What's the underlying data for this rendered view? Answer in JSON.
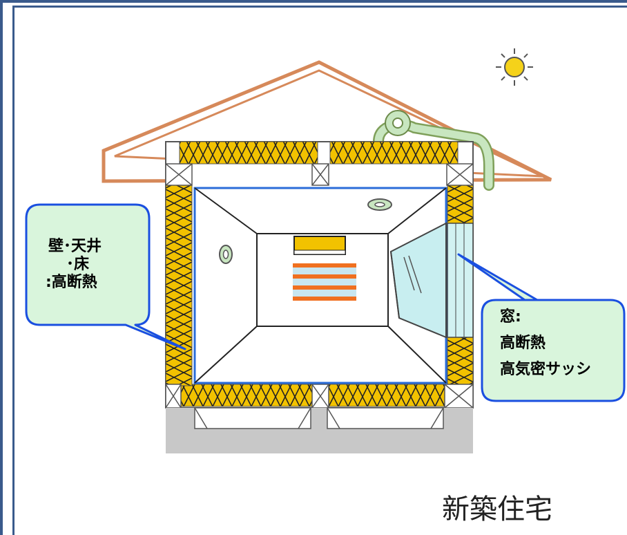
{
  "left_bubble": {
    "line1": "壁･天井",
    "line2": "･床",
    "line3": ":高断熱"
  },
  "right_bubble": {
    "line1": "窓:",
    "line2": "高断熱",
    "line3": "高気密サッシ"
  },
  "caption": "新築住宅",
  "colors": {
    "frame": "#3a5a8c",
    "roof": "#d6895a",
    "insulation": "#f2c200",
    "bubble_fill": "#d9f5dc",
    "bubble_stroke": "#1a4fe0",
    "room_outline": "#2a6cd8",
    "heater": "#f07020",
    "pipe": "#c8e6c0"
  }
}
